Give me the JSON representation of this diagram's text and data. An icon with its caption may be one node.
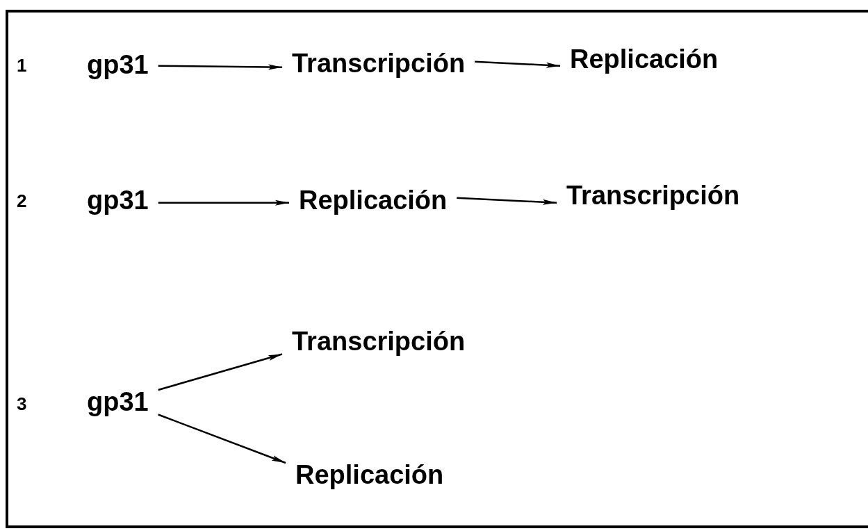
{
  "diagram": {
    "nodes": [
      {
        "text": [
          "gp31"
        ]
      },
      {
        "text": [
          "Transcripción"
        ]
      },
      {
        "text": [
          "Replicación"
        ]
      },
      {
        "text": [
          "gp31"
        ]
      },
      {
        "text": [
          "Replicación"
        ]
      },
      {
        "text": [
          "Transcripción"
        ]
      },
      {
        "text": [
          "gp31"
        ]
      },
      {
        "text": [
          "Transcripción"
        ]
      },
      {
        "text": [
          "Replicación"
        ]
      }
    ],
    "edges": [
      {
        "from": 0,
        "to": 1,
        "arrow": "to"
      },
      {
        "from": 1,
        "to": 2,
        "arrow": "to"
      },
      {
        "from": 3,
        "to": 4,
        "arrow": "to"
      },
      {
        "from": 4,
        "to": 5,
        "arrow": "to"
      },
      {
        "from": 6,
        "to": 7,
        "arrow": "to"
      },
      {
        "from": 6,
        "to": 8,
        "arrow": "to"
      }
    ],
    "labels": [
      "1",
      "2",
      "3"
    ]
  }
}
